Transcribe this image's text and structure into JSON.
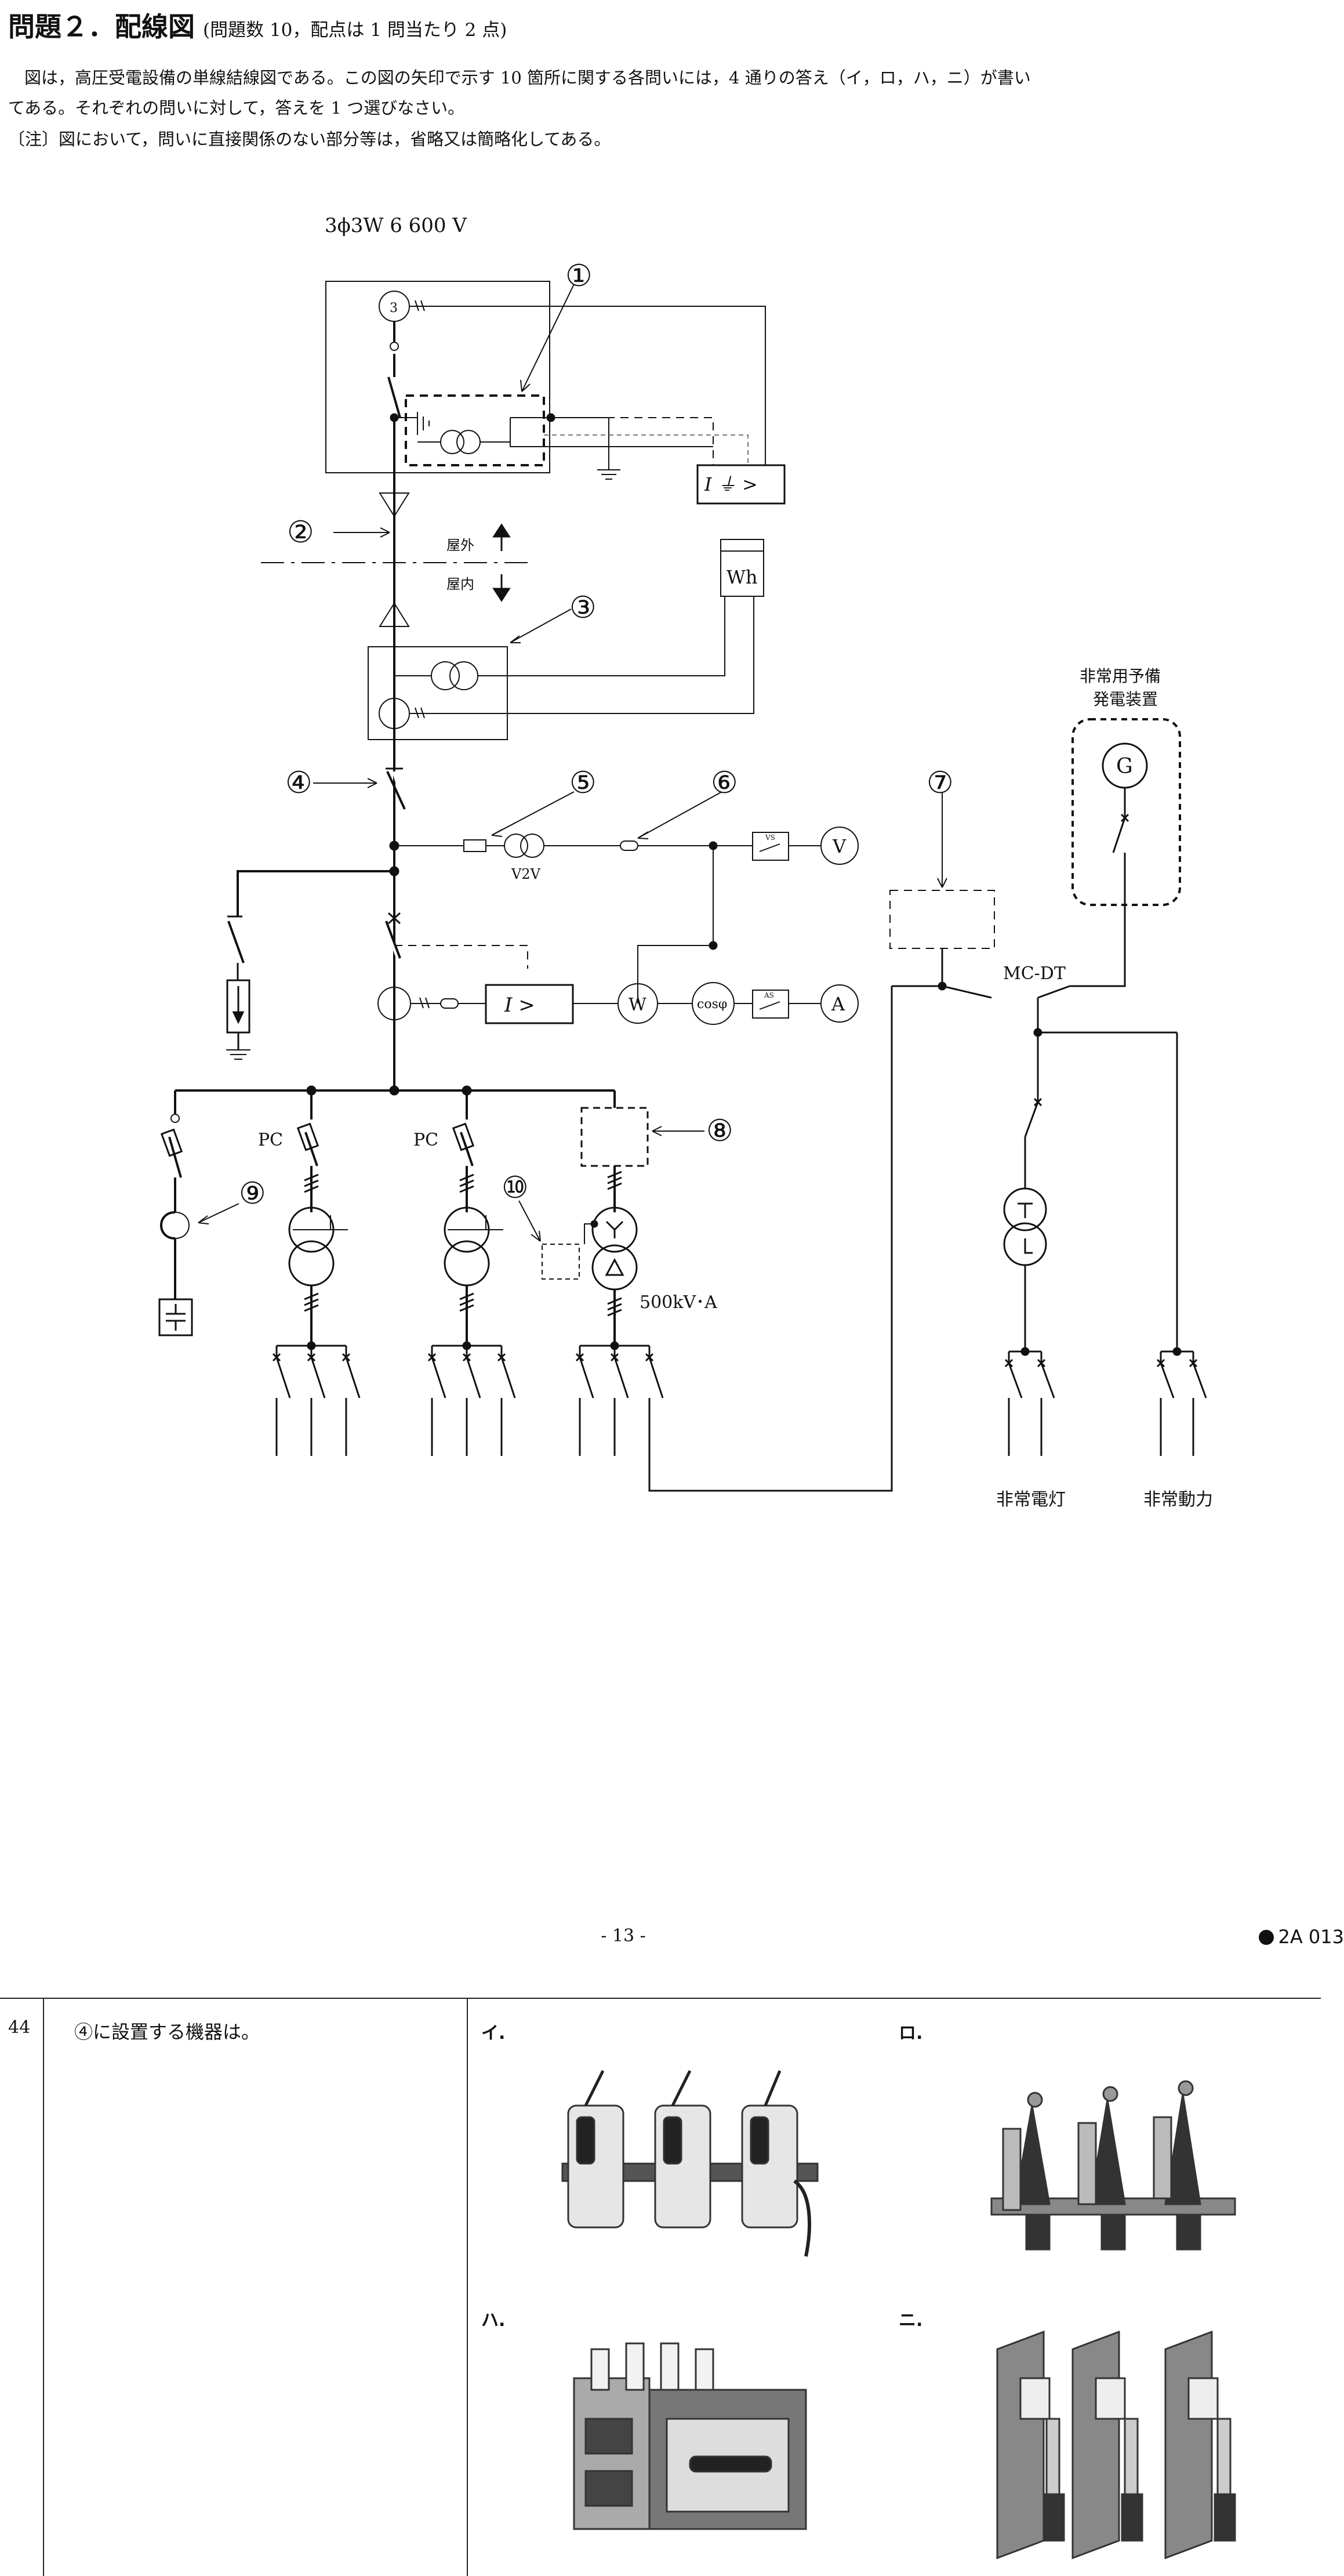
{
  "header": {
    "title": "問題２．配線図",
    "subtitle": "(問題数 10，配点は 1 問当たり 2 点)"
  },
  "instructions": {
    "line1": "図は，高圧受電設備の単線結線図である。この図の矢印で示す 10 箇所に関する各問いには，4 通りの答え（イ，ロ，ハ，ニ）が書い",
    "line2": "てある。それぞれの問いに対して，答えを 1 つ選びなさい。",
    "note": "〔注〕図において，問いに直接関係のない部分等は，省略又は簡略化してある。"
  },
  "diagram": {
    "supply": "3ϕ3W  6 600 V",
    "markers": [
      "①",
      "②",
      "③",
      "④",
      "⑤",
      "⑥",
      "⑦",
      "⑧",
      "⑨",
      "⑩"
    ],
    "outdoor": "屋外",
    "indoor": "屋内",
    "wh": "Wh",
    "relay_ground": "I ⏚ >",
    "relay_over": "I  >",
    "v2v": "V2V",
    "vs": "VS",
    "as": "AS",
    "meter_v": "V",
    "meter_w": "W",
    "meter_cos": "cosφ",
    "meter_a": "A",
    "gen_title1": "非常用予備",
    "gen_title2": "発電装置",
    "gen_g": "G",
    "mcdt": "MC-DT",
    "pc1": "PC",
    "pc2": "PC",
    "tr_capacity": "500kV･A",
    "emergency_light": "非常電灯",
    "emergency_power": "非常動力",
    "ct_three": "3"
  },
  "footer": {
    "page_number": "- 13 -",
    "code": "2A  013"
  },
  "question": {
    "number": "44",
    "text": "④に設置する機器は。",
    "options": [
      "イ.",
      "ロ.",
      "ハ.",
      "ニ."
    ]
  }
}
